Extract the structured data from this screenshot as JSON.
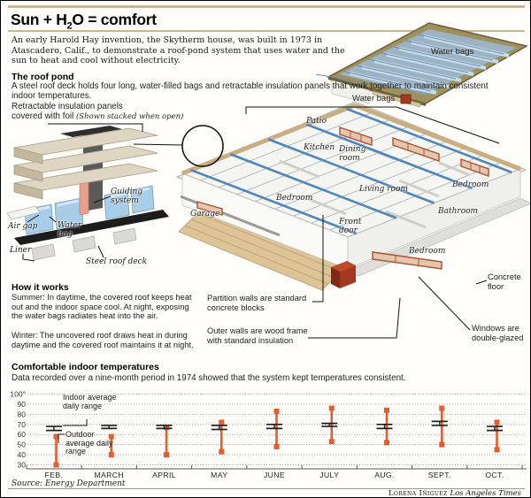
{
  "header": {
    "title_pre": "Sun + H",
    "title_sub": "2",
    "title_post": "O = comfort"
  },
  "intro": "An early Harold Hay invention, the Skytherm house, was built in 1973 in Atascadero, Calif., to demonstrate a roof-pond system that uses water and the sun to heat and cool without electricity.",
  "roof_pond": {
    "heading": "The roof pond",
    "body": "A steel roof deck holds four long, water-filled bags and retractable insulation panels that work together to maintain consistent indoor temperatures."
  },
  "mini_house": {
    "label": "Water bags"
  },
  "detail_diagram": {
    "caption_line1": "Retractable insulation panels",
    "caption_line2": "covered with foil ",
    "caption_note": "(Shown stacked when open)",
    "guiding": "Guiding system",
    "air_gap": "Air gap",
    "water_bag": "Water bag",
    "liner": "Liner",
    "steel_deck": "Steel roof deck"
  },
  "house": {
    "water_bags_label": "Water bags",
    "rooms": [
      "Patio",
      "Kitchen",
      "Dining room",
      "Living room",
      "Bedroom",
      "Bathroom",
      "Front door",
      "Bedroom",
      "Garage",
      "Bedroom"
    ]
  },
  "how_it_works": {
    "heading": "How it works",
    "summer": "Summer: In daytime, the covered roof keeps heat out and the indoor space cool. At night, exposing the water bags radiates heat into the air.",
    "winter": "Winter: The uncovered roof draws heat in during daytime and the covered roof maintains it at night."
  },
  "callouts": {
    "partition": "Partition walls are standard concrete blocks",
    "outer": "Outer walls are wood frame with standard insulation",
    "windows": "Windows are double-glazed",
    "concrete": "Concrete floor"
  },
  "chart_data": {
    "type": "bar",
    "title": "Comfortable indoor temperatures",
    "subtitle": "Data recorded over a nine-month period in 1974 showed that the system kept temperatures consistent.",
    "categories": [
      "FEB.",
      "MARCH",
      "APRIL",
      "MAY",
      "JUNE",
      "JULY",
      "AUG.",
      "SEPT.",
      "OCT."
    ],
    "series": [
      {
        "name": "Indoor average daily range",
        "style": "error-bar",
        "color": "#1f1f1f",
        "low": [
          64,
          66,
          66,
          65,
          66,
          68,
          66,
          69,
          64
        ],
        "high": [
          68,
          69,
          69,
          69,
          70,
          71,
          70,
          73,
          68
        ]
      },
      {
        "name": "Outdoor average daily range",
        "style": "range-bar-square-caps",
        "color": "#e65c2e",
        "low": [
          30,
          40,
          40,
          43,
          48,
          53,
          52,
          50,
          45
        ],
        "high": [
          58,
          58,
          67,
          72,
          83,
          86,
          84,
          86,
          72
        ]
      }
    ],
    "unit": "°F",
    "ylim": [
      30,
      100
    ],
    "ytick_step": 10,
    "ytick_labels": [
      "100°",
      "90",
      "80",
      "70",
      "60",
      "50",
      "40",
      "30"
    ],
    "grid": "dotted-horizontal",
    "legend_position": "inline-callouts-at-first-category"
  },
  "source": "Source: Energy Department",
  "credit": {
    "name": "Lorena Iñiguez",
    "publication": "Los Angeles Times"
  },
  "colors": {
    "accent_tan": "#c9b795",
    "chart_orange": "#e65c2e",
    "water_blue": "#a9cce6",
    "roof_grid_blue": "#4f86bb",
    "brick": "#ad5130"
  }
}
